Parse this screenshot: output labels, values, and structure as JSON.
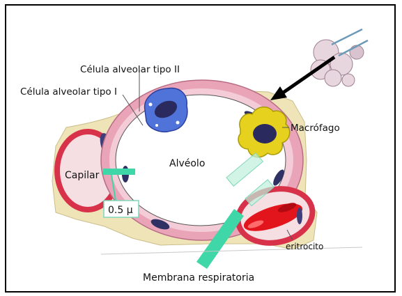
{
  "labels": {
    "type2": "Célula alveolar tipo II",
    "type1": "Célula alveolar tipo I",
    "macrophage": "Macrófago",
    "alveolus": "Alvéolo",
    "capillary": "Capilar",
    "thickness": "0.5 μ",
    "erythrocyte": "eritrocito",
    "membrane": "Membrana respiratoria"
  },
  "colors": {
    "border": "#000000",
    "interstitium": "#efe4b8",
    "alveolar_wall": "#e9a4b8",
    "capillary_wall": "#d8324a",
    "erythrocyte": "#e2141c",
    "type2_cell": "#4f73d8",
    "macrophage": "#e6d21e",
    "nucleus": "#2b2a5e",
    "membrane_marker": "#3fd6a8"
  }
}
